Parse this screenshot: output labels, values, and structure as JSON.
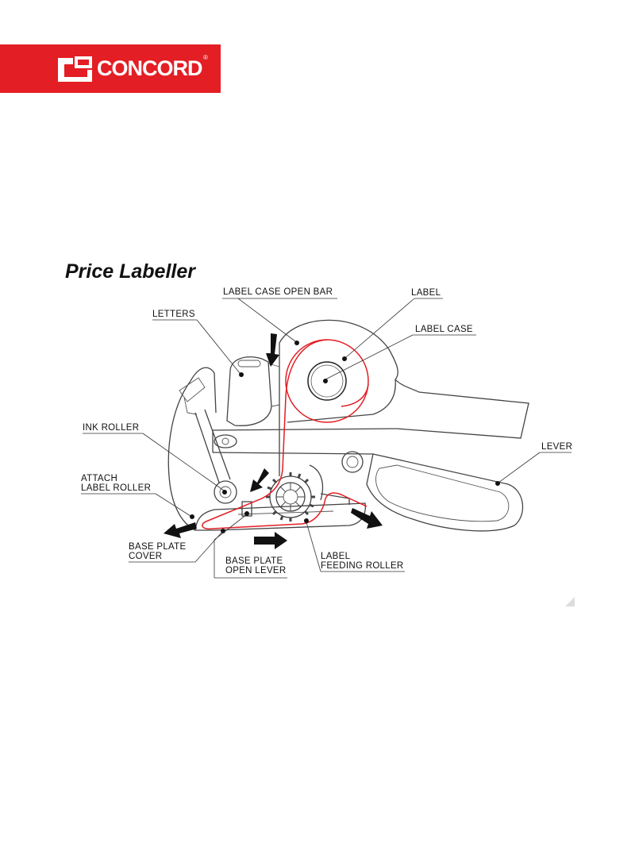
{
  "brand": {
    "name": "CONCORD",
    "registered_mark": "®",
    "bar_color": "#e31e24",
    "logo_icon": "concord-logo-icon"
  },
  "title": "Price Labeller",
  "colors": {
    "label_path": "#e31e24",
    "outline": "#444444",
    "arrow": "#111111"
  },
  "parts": {
    "label_case_open_bar": "LABEL CASE OPEN BAR",
    "label": "LABEL",
    "letters": "LETTERS",
    "label_case": "LABEL CASE",
    "ink_roller": "INK ROLLER",
    "lever": "LEVER",
    "attach_label_roller": [
      "ATTACH",
      "LABEL ROLLER"
    ],
    "base_plate_cover": [
      "BASE PLATE",
      "COVER"
    ],
    "base_plate_open_lever": [
      "BASE PLATE",
      "OPEN LEVER"
    ],
    "label_feeding_roller": [
      "LABEL",
      "FEEDING ROLLER"
    ]
  }
}
